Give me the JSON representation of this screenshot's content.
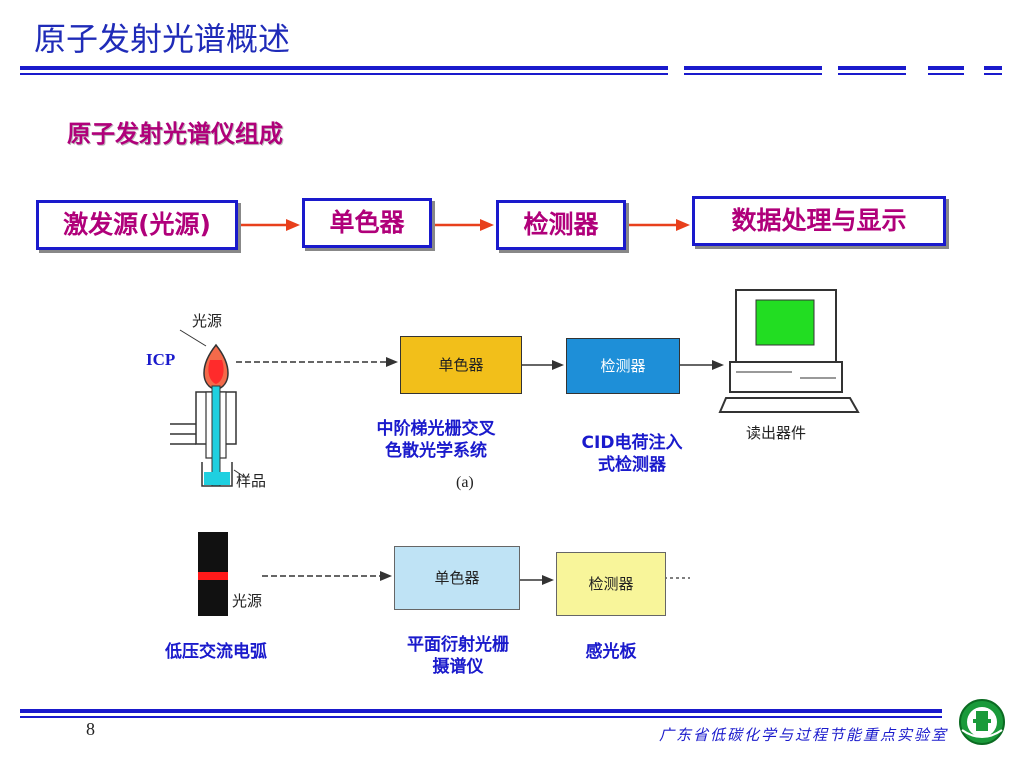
{
  "header": {
    "title": "原子发射光谱概述"
  },
  "subtitle": "原子发射光谱仪组成",
  "flow": {
    "steps": [
      {
        "label": "激发源(光源)"
      },
      {
        "label": "单色器"
      },
      {
        "label": "检测器"
      },
      {
        "label": "数据处理与显示"
      }
    ]
  },
  "diagram_a": {
    "source_label": "光源",
    "icp_label": "ICP",
    "sample_label": "样品",
    "monochromator_label": "单色器",
    "detector_label": "检测器",
    "readout_label": "读出器件",
    "figure_label": "(a)",
    "monochromator_caption": "中阶梯光栅交叉\n色散光学系统",
    "detector_caption": "CID电荷注入\n式检测器"
  },
  "diagram_b": {
    "source_label": "光源",
    "monochromator_label": "单色器",
    "detector_label": "检测器",
    "source_caption": "低压交流电弧",
    "monochromator_caption": "平面衍射光栅\n摄谱仪",
    "detector_caption": "感光板"
  },
  "footer": {
    "page_number": "8",
    "lab_name": "广东省低碳化学与过程节能重点实验室"
  },
  "colors": {
    "title_blue": "#1f2bb8",
    "accent_magenta": "#b0007a",
    "arrow_red": "#e8401c",
    "mono_box": "#f2bf1a",
    "detector_box": "#1e8fd8",
    "screen_green": "#22dd22",
    "plate_yellow": "#f8f59a",
    "mono_b_box": "#bfe3f5"
  }
}
